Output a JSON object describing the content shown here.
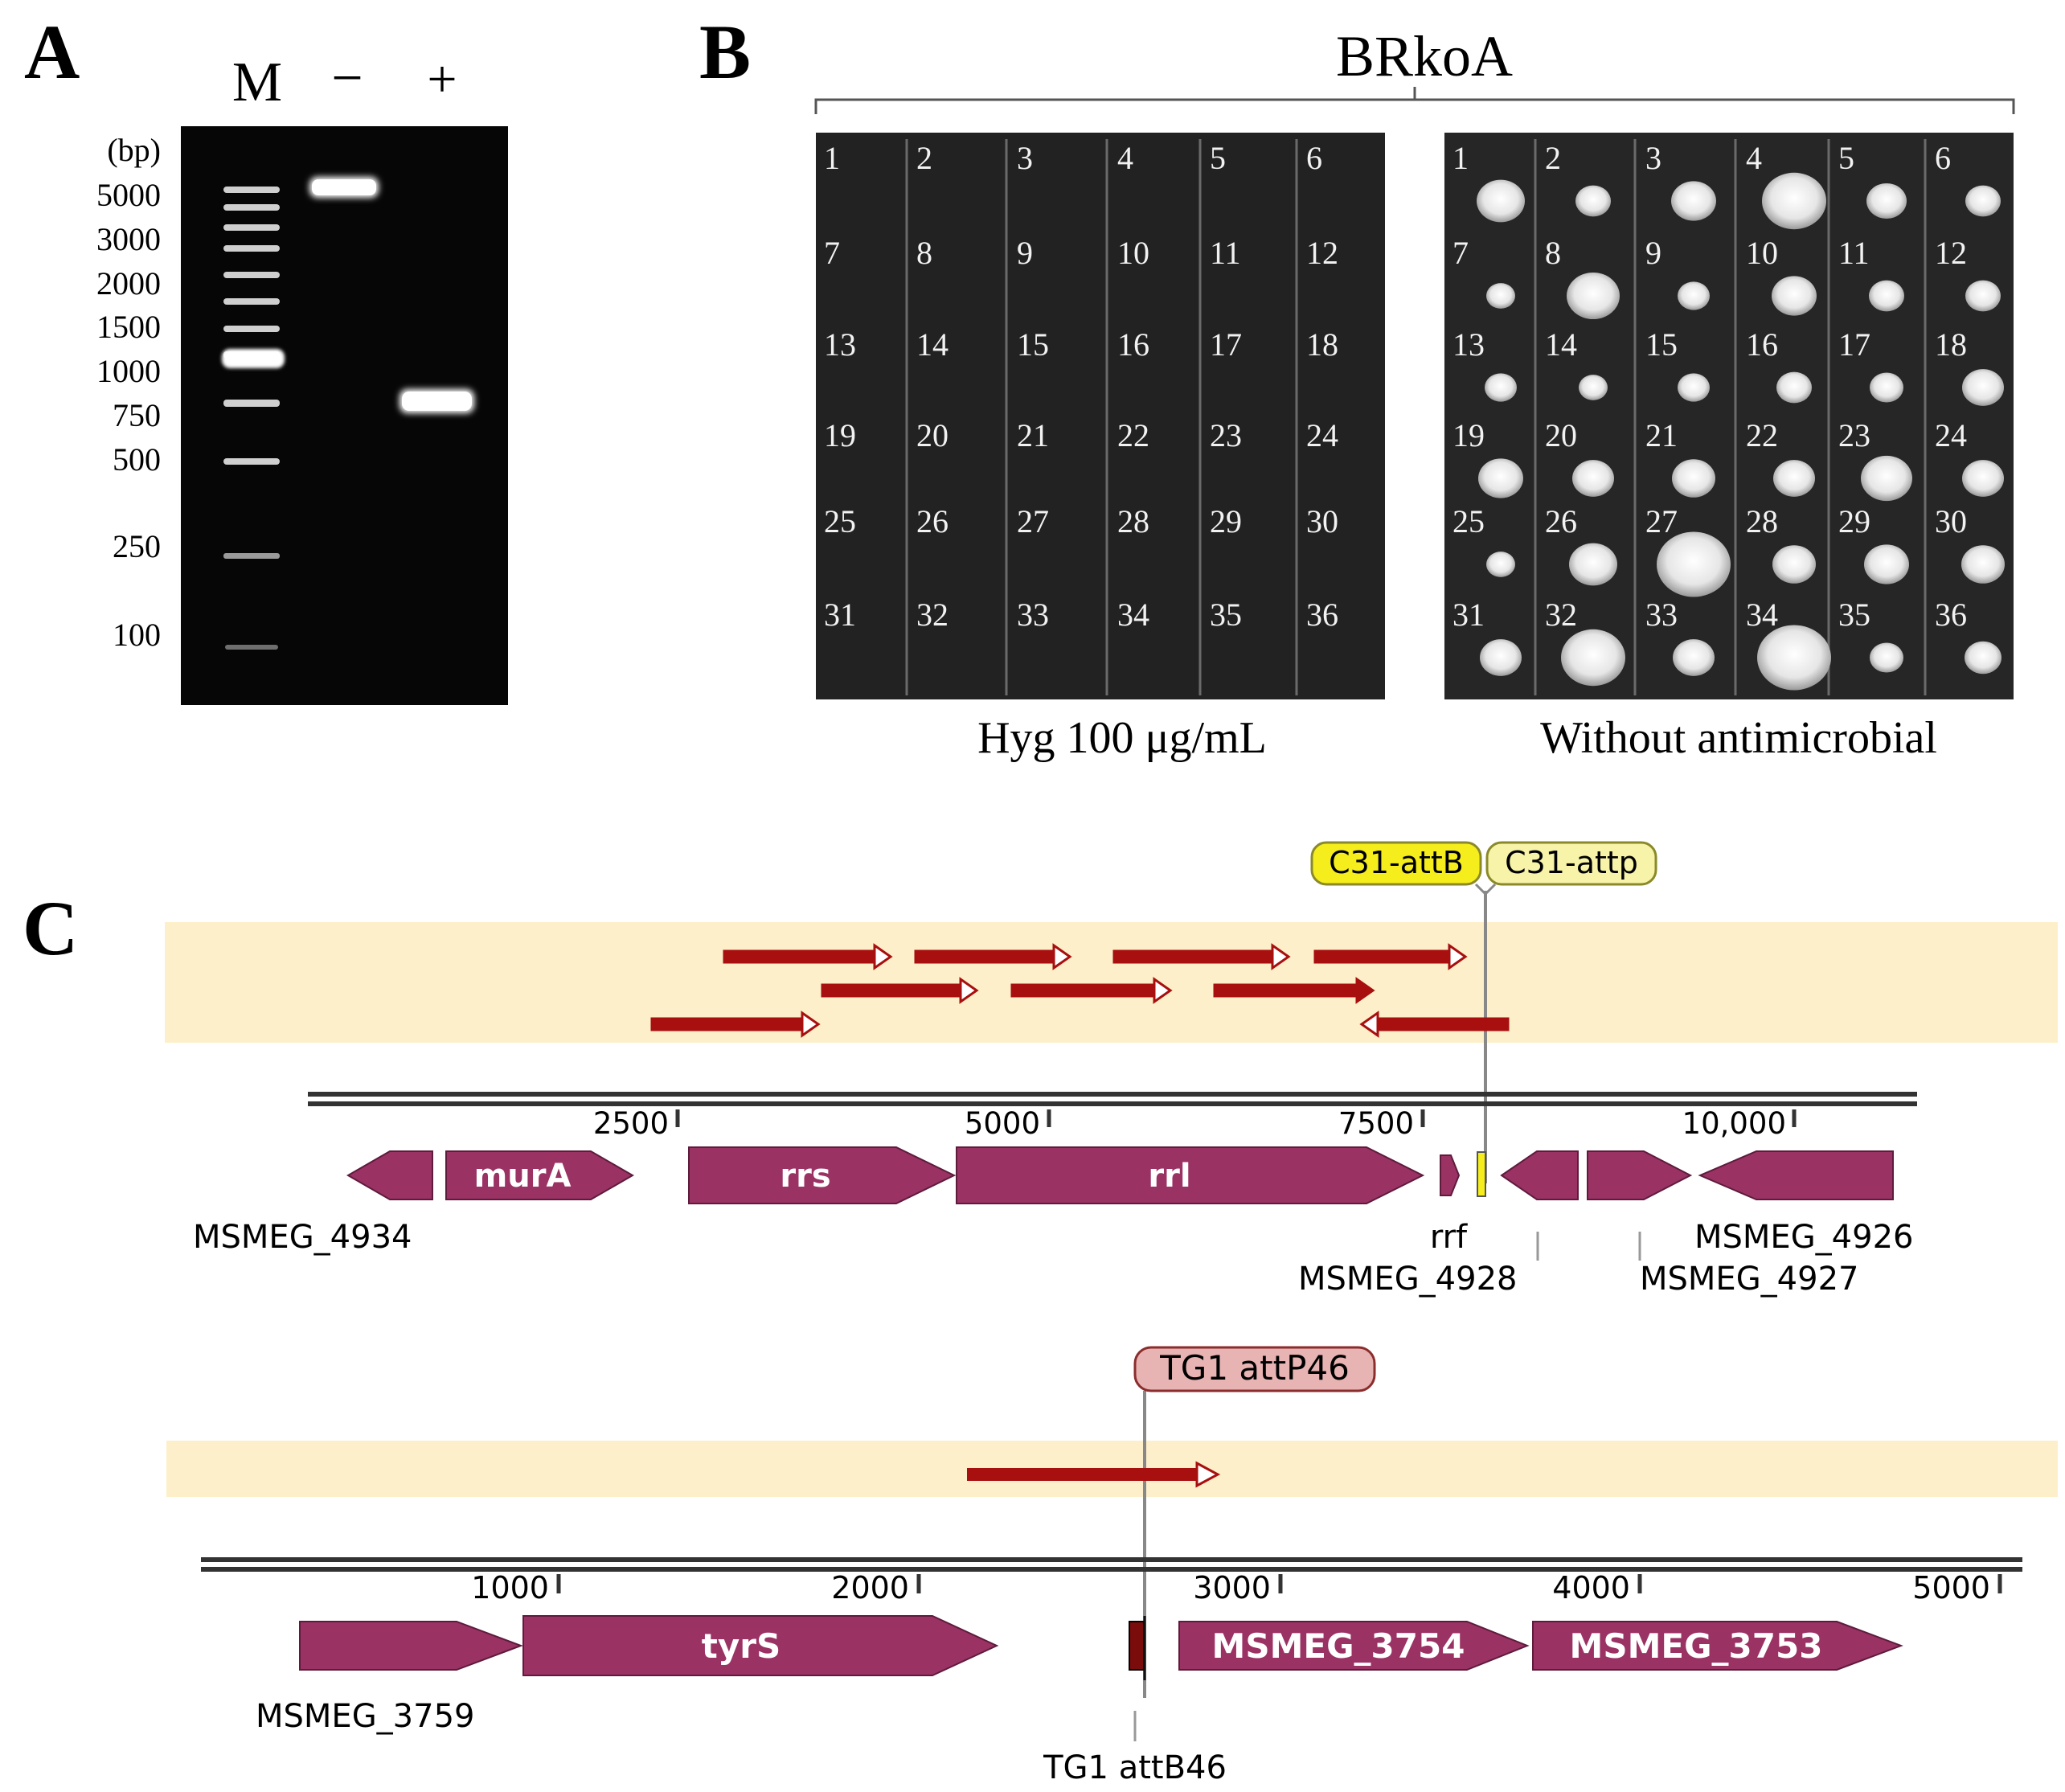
{
  "panel_a": {
    "letter": "A",
    "lane_labels": [
      "M",
      "−",
      "+"
    ],
    "unit": "(bp)",
    "ladder": [
      "5000",
      "3000",
      "2000",
      "1500",
      "1000",
      "750",
      "500",
      "250",
      "100"
    ]
  },
  "panel_b": {
    "letter": "B",
    "strain": "BRkoA",
    "left_caption": "Hyg 100 μg/mL",
    "right_caption": "Without antimicrobial",
    "wells": [
      "1",
      "2",
      "3",
      "4",
      "5",
      "6",
      "7",
      "8",
      "9",
      "10",
      "11",
      "12",
      "13",
      "14",
      "15",
      "16",
      "17",
      "18",
      "19",
      "20",
      "21",
      "22",
      "23",
      "24",
      "25",
      "26",
      "27",
      "28",
      "29",
      "30",
      "31",
      "32",
      "33",
      "34",
      "35",
      "36"
    ]
  },
  "panel_c": {
    "letter": "C",
    "map1": {
      "tag_b": "C31-attB",
      "tag_p": "C31-attp",
      "ticks": [
        "2500",
        "5000",
        "7500",
        "10,000"
      ],
      "genes": {
        "murA": "murA",
        "rrs": "rrs",
        "rrl": "rrl",
        "rrf": "rrf",
        "m4934": "MSMEG_4934",
        "m4928": "MSMEG_4928",
        "m4927": "MSMEG_4927",
        "m4926": "MSMEG_4926"
      }
    },
    "map2": {
      "tag": "TG1 attP46",
      "ticks": [
        "1000",
        "2000",
        "3000",
        "4000",
        "5000"
      ],
      "genes": {
        "m3759": "MSMEG_3759",
        "tyrS": "tyrS",
        "m3754": "MSMEG_3754",
        "m3753": "MSMEG_3753",
        "attB": "TG1 attB46"
      }
    }
  },
  "colors": {
    "gene": "#9a3264",
    "read": "#a80f0f",
    "track": "#fdefc9",
    "tag_yellow": "#f5ee1c",
    "tag_pale_yellow": "#f7f3a8",
    "tag_pink": "#e8b3b3"
  }
}
